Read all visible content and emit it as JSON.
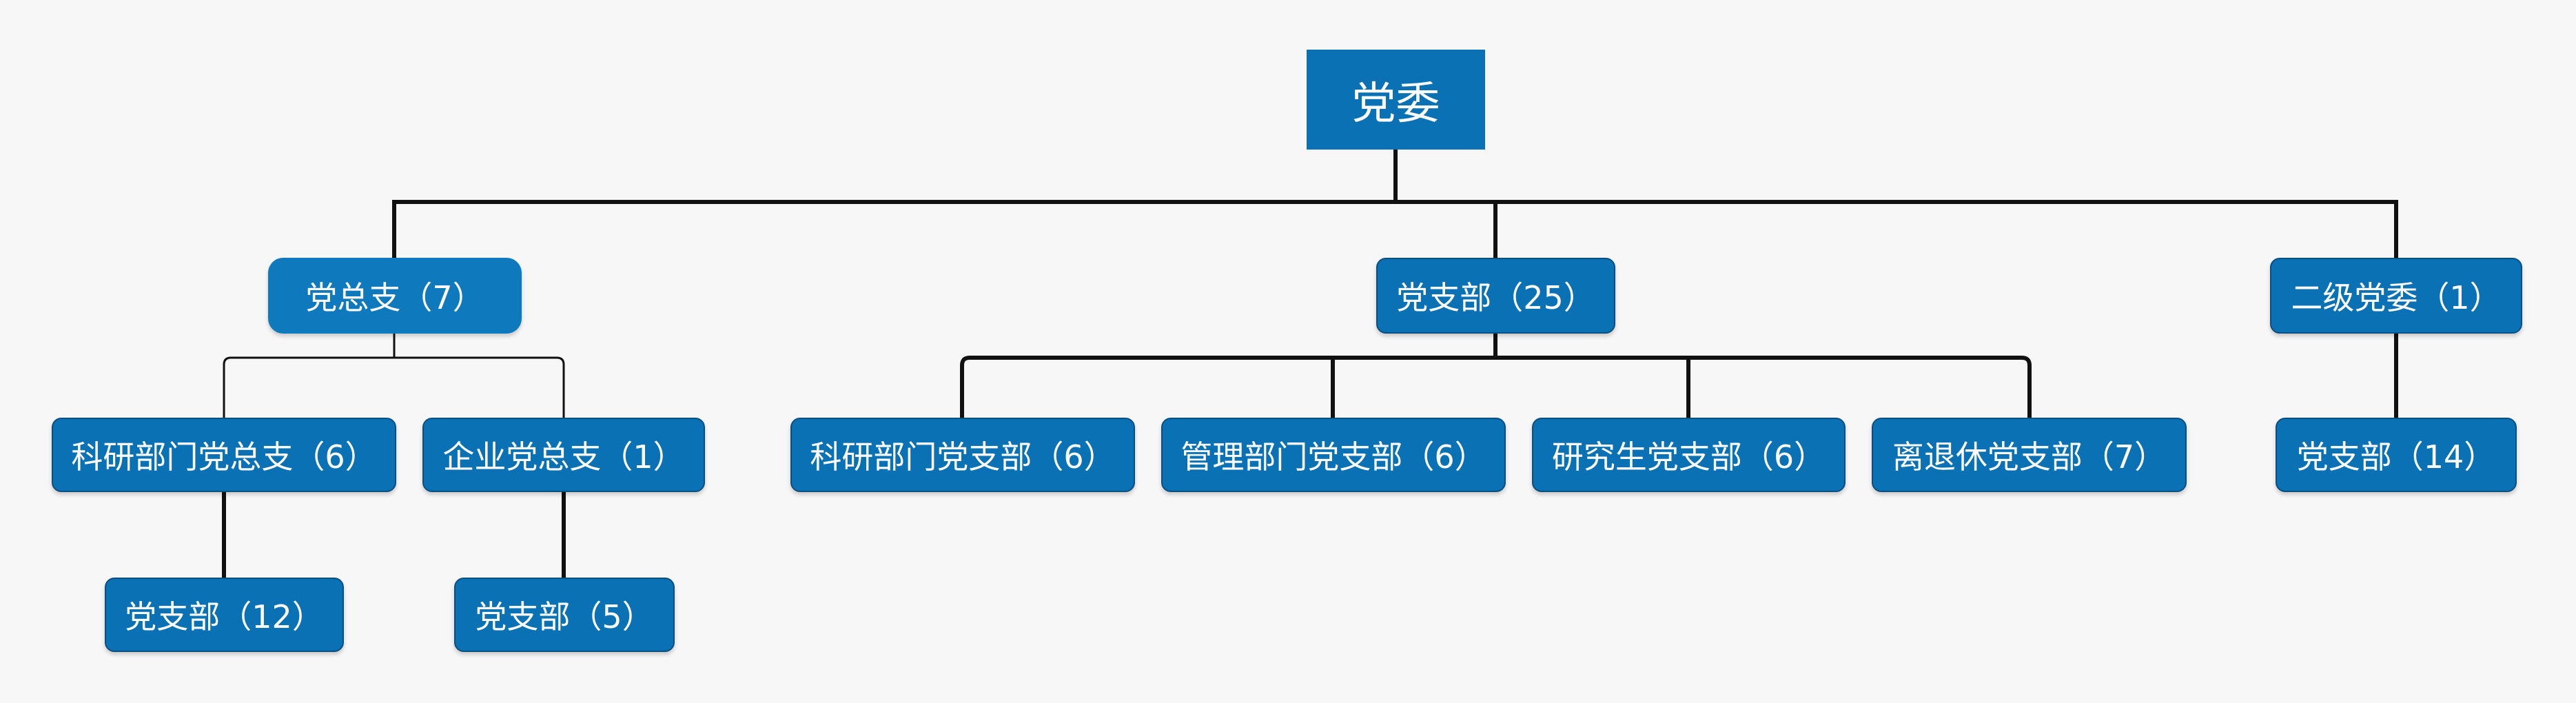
{
  "diagram": {
    "colors": {
      "node_fill": "#0a71b4",
      "node_border": "#0a4f80",
      "text": "#ffffff",
      "line": "#111111",
      "background": "#f7f7f7"
    },
    "root": {
      "label": "党委"
    },
    "level1": {
      "general_branch": {
        "label": "党总支（7）"
      },
      "branch": {
        "label": "党支部（25）"
      },
      "secondary_committee": {
        "label": "二级党委（1）"
      }
    },
    "level2": {
      "research_general_branch": {
        "label": "科研部门党总支（6）"
      },
      "enterprise_general_branch": {
        "label": "企业党总支（1）"
      },
      "research_branch": {
        "label": "科研部门党支部（6）"
      },
      "management_branch": {
        "label": "管理部门党支部（6）"
      },
      "graduate_branch": {
        "label": "研究生党支部（6）"
      },
      "retired_branch": {
        "label": "离退休党支部（7）"
      },
      "secondary_branch": {
        "label": "党支部（14）"
      }
    },
    "level3": {
      "research_sub_branch": {
        "label": "党支部（12）"
      },
      "enterprise_sub_branch": {
        "label": "党支部（5）"
      }
    }
  }
}
